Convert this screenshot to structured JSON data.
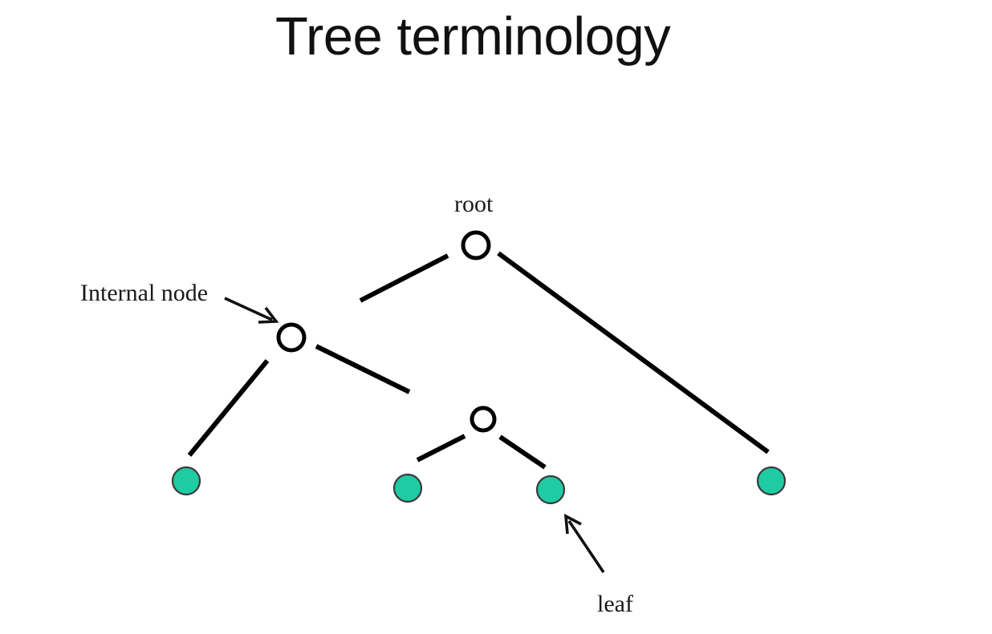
{
  "slide": {
    "title": "Tree terminology"
  },
  "labels": {
    "root": "root",
    "internal_node": "Internal node",
    "leaf": "leaf"
  },
  "colors": {
    "background": "#ffffff",
    "title_text": "#111111",
    "label_text": "#1a1a1a",
    "edge_stroke": "#000000",
    "node_stroke": "#000000",
    "node_fill": "#ffffff",
    "leaf_fill": "#1ecba3",
    "leaf_stroke": "#3a3a3a",
    "arrow_stroke": "#111111"
  },
  "tree": {
    "node_count": 7,
    "internal_node_count": 3,
    "leaf_count": 4,
    "nodes": [
      {
        "id": "root",
        "type": "internal",
        "annotation": "root"
      },
      {
        "id": "internal-1",
        "type": "internal",
        "annotation": "Internal node"
      },
      {
        "id": "internal-2",
        "type": "internal",
        "annotation": ""
      },
      {
        "id": "leaf-1",
        "type": "leaf",
        "annotation": ""
      },
      {
        "id": "leaf-2",
        "type": "leaf",
        "annotation": ""
      },
      {
        "id": "leaf-3",
        "type": "leaf",
        "annotation": "leaf"
      },
      {
        "id": "leaf-4",
        "type": "leaf",
        "annotation": ""
      }
    ],
    "edges": [
      {
        "from": "root",
        "to": "internal-1"
      },
      {
        "from": "root",
        "to": "leaf-4"
      },
      {
        "from": "internal-1",
        "to": "leaf-1"
      },
      {
        "from": "internal-1",
        "to": "internal-2"
      },
      {
        "from": "internal-2",
        "to": "leaf-2"
      },
      {
        "from": "internal-2",
        "to": "leaf-3"
      }
    ]
  }
}
